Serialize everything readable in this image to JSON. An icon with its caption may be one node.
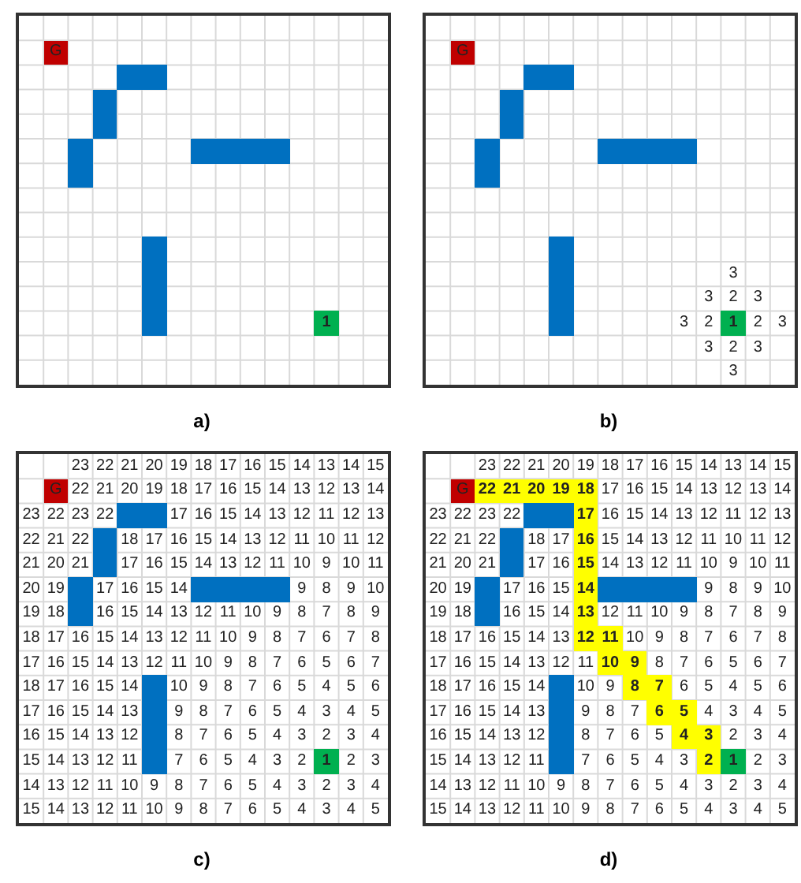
{
  "diagram": {
    "labels": [
      "G",
      "1",
      "G",
      "3",
      "3",
      "2",
      "3",
      "3",
      "2",
      "1",
      "2",
      "3",
      "3",
      "2",
      "3",
      "3",
      "a)",
      "b)",
      "23",
      "22",
      "21",
      "20",
      "19",
      "18",
      "17",
      "16",
      "15",
      "14",
      "13",
      "14",
      "15",
      "G",
      "22",
      "21",
      "20",
      "19",
      "18",
      "17",
      "16",
      "15",
      "14",
      "13",
      "12",
      "13",
      "14",
      "23",
      "22",
      "23",
      "22",
      "17",
      "16",
      "15",
      "14",
      "13",
      "12",
      "11",
      "12",
      "13",
      "22",
      "21",
      "22",
      "18",
      "17",
      "16",
      "15",
      "14",
      "13",
      "12",
      "11",
      "10",
      "11",
      "12",
      "21",
      "20",
      "21",
      "17",
      "16",
      "15",
      "14",
      "13",
      "12",
      "11",
      "10",
      "9",
      "10",
      "11",
      "20",
      "19",
      "17",
      "16",
      "15",
      "14",
      "9",
      "8",
      "9",
      "10",
      "19",
      "18",
      "16",
      "15",
      "14",
      "13",
      "12",
      "11",
      "10",
      "9",
      "8",
      "7",
      "8",
      "9",
      "18",
      "17",
      "16",
      "15",
      "14",
      "13",
      "12",
      "11",
      "10",
      "9",
      "8",
      "7",
      "6",
      "7",
      "8",
      "17",
      "16",
      "15",
      "14",
      "13",
      "12",
      "11",
      "10",
      "9",
      "8",
      "7",
      "6",
      "5",
      "6",
      "7",
      "18",
      "17",
      "16",
      "15",
      "14",
      "10",
      "9",
      "8",
      "7",
      "6",
      "5",
      "4",
      "5",
      "6",
      "17",
      "16",
      "15",
      "14",
      "13",
      "9",
      "8",
      "7",
      "6",
      "5",
      "4",
      "3",
      "4",
      "5",
      "16",
      "15",
      "14",
      "13",
      "12",
      "8",
      "7",
      "6",
      "5",
      "4",
      "3",
      "2",
      "3",
      "4",
      "15",
      "14",
      "13",
      "12",
      "11",
      "7",
      "6",
      "5",
      "4",
      "3",
      "2",
      "1",
      "2",
      "3",
      "14",
      "13",
      "12",
      "11",
      "10",
      "9",
      "8",
      "7",
      "6",
      "5",
      "4",
      "3",
      "2",
      "3",
      "4",
      "15",
      "14",
      "13",
      "12",
      "11",
      "10",
      "9",
      "8",
      "7",
      "6",
      "5",
      "4",
      "3",
      "4",
      "5",
      "23",
      "22",
      "21",
      "20",
      "19",
      "18",
      "17",
      "16",
      "15",
      "14",
      "13",
      "14",
      "15",
      "G",
      "22",
      "21",
      "20",
      "19",
      "18",
      "17",
      "16",
      "15",
      "14",
      "13",
      "12",
      "13",
      "14",
      "23",
      "22",
      "23",
      "22",
      "17",
      "16",
      "15",
      "14",
      "13",
      "12",
      "11",
      "12",
      "13",
      "22",
      "21",
      "22",
      "18",
      "17",
      "16",
      "15",
      "14",
      "13",
      "12",
      "11",
      "10",
      "11",
      "12",
      "21",
      "20",
      "21",
      "17",
      "16",
      "15",
      "14",
      "13",
      "12",
      "11",
      "10",
      "9",
      "10",
      "11",
      "20",
      "19",
      "17",
      "16",
      "15",
      "14",
      "9",
      "8",
      "9",
      "10",
      "19",
      "18",
      "16",
      "15",
      "14",
      "13",
      "12",
      "11",
      "10",
      "9",
      "8",
      "7",
      "8",
      "9",
      "18",
      "17",
      "16",
      "15",
      "14",
      "13",
      "12",
      "11",
      "10",
      "9",
      "8",
      "7",
      "6",
      "7",
      "8",
      "17",
      "16",
      "15",
      "14",
      "13",
      "12",
      "11",
      "10",
      "9",
      "8",
      "7",
      "6",
      "5",
      "6",
      "7",
      "18",
      "17",
      "16",
      "15",
      "14",
      "10",
      "9",
      "8",
      "7",
      "6",
      "5",
      "4",
      "5",
      "6",
      "17",
      "16",
      "15",
      "14",
      "13",
      "9",
      "8",
      "7",
      "6",
      "5",
      "4",
      "3",
      "4",
      "5",
      "16",
      "15",
      "14",
      "13",
      "12",
      "8",
      "7",
      "6",
      "5",
      "4",
      "3",
      "2",
      "3",
      "4",
      "15",
      "14",
      "13",
      "12",
      "11",
      "7",
      "6",
      "5",
      "4",
      "3",
      "2",
      "1",
      "2",
      "3",
      "14",
      "13",
      "12",
      "11",
      "10",
      "9",
      "8",
      "7",
      "6",
      "5",
      "4",
      "3",
      "2",
      "3",
      "4",
      "15",
      "14",
      "13",
      "12",
      "11",
      "10",
      "9",
      "8",
      "7",
      "6",
      "5",
      "4",
      "3",
      "4",
      "5",
      "c)",
      "d)"
    ]
  }
}
